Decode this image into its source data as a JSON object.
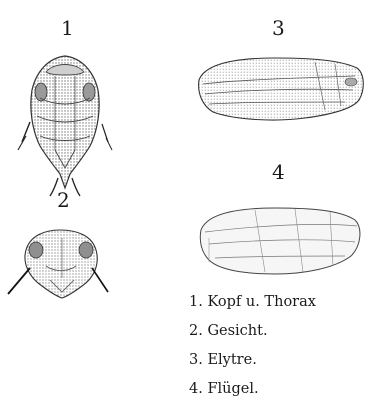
{
  "figures": {
    "fig1_number": "1",
    "fig2_number": "2",
    "fig3_number": "3",
    "fig4_number": "4"
  },
  "legend": [
    "1. Kopf u. Thorax",
    "2. Gesicht.",
    "3. Elytre.",
    "4. Flügel."
  ]
}
